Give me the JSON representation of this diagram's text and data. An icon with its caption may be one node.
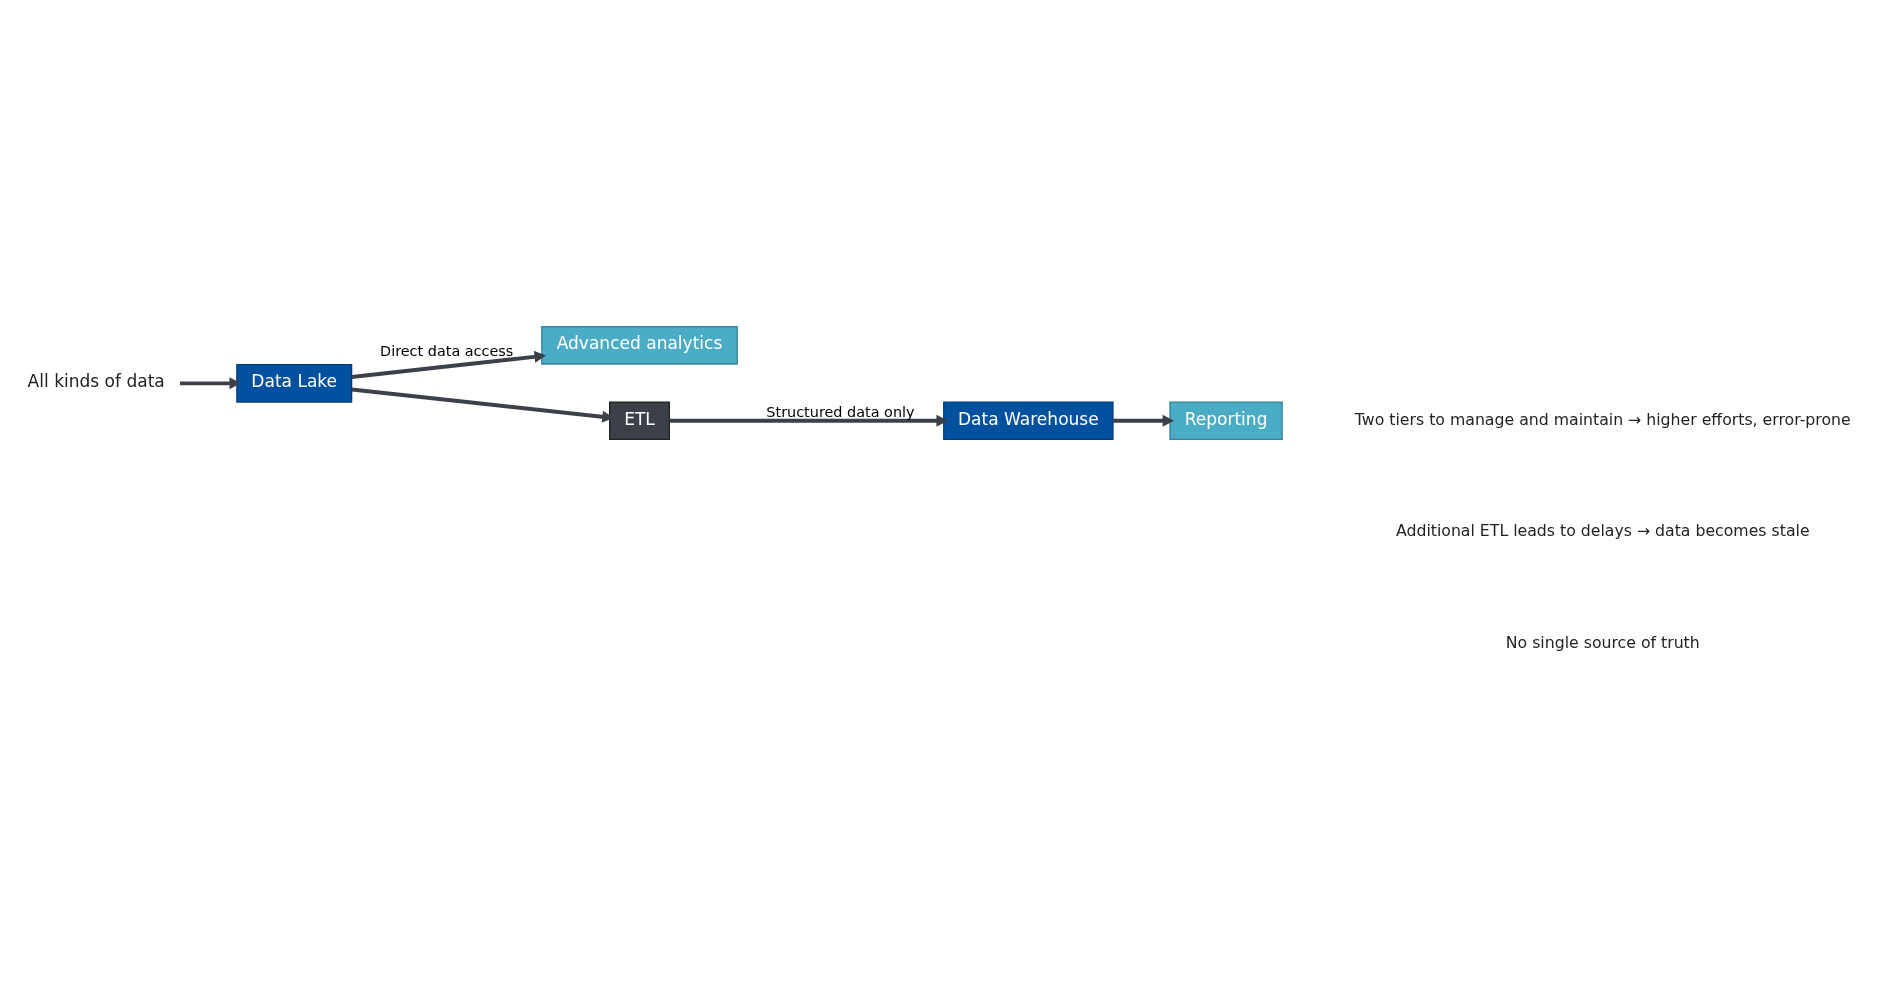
{
  "diagram": {
    "nodes": [
      {
        "text": [
          "All kinds of data"
        ]
      },
      {
        "text": [
          "Data Lake"
        ]
      },
      {
        "text": [
          "Advanced analytics"
        ]
      },
      {
        "text": [
          "ETL"
        ]
      },
      {
        "text": [
          "Data Warehouse"
        ]
      },
      {
        "text": [
          "Reporting"
        ]
      }
    ],
    "edges": [
      {
        "from": 0,
        "to": 1,
        "arrow": "to"
      },
      {
        "from": 1,
        "to": 2,
        "arrow": "to",
        "label": "Direct data access"
      },
      {
        "from": 1,
        "to": 3,
        "arrow": "to"
      },
      {
        "from": 3,
        "to": 4,
        "arrow": "to",
        "label": "Structured data only"
      },
      {
        "from": 4,
        "to": 5,
        "arrow": "to"
      }
    ],
    "labels": [
      "Two tiers to manage and maintain → higher efforts, error-prone",
      "Additional ETL leads to delays → data becomes stale",
      "No single source of truth"
    ]
  }
}
